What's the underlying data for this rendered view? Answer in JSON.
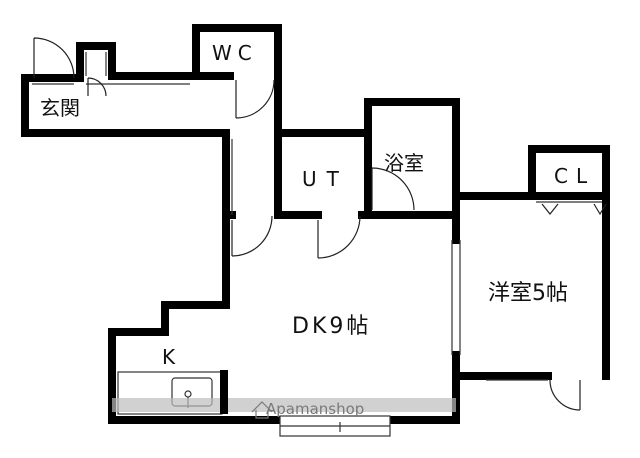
{
  "rooms": {
    "entrance": "玄関",
    "wc": "WC",
    "ut": "UT",
    "bath": "浴室",
    "closet": "CL",
    "western": "洋室5帖",
    "dk": "DK9帖",
    "kitchen": "K"
  },
  "watermark": "Apamanshop",
  "colors": {
    "wall": "#000000",
    "thin": "#333333",
    "counter": "#bdbdbd",
    "watermark": "#7a7a7a"
  }
}
